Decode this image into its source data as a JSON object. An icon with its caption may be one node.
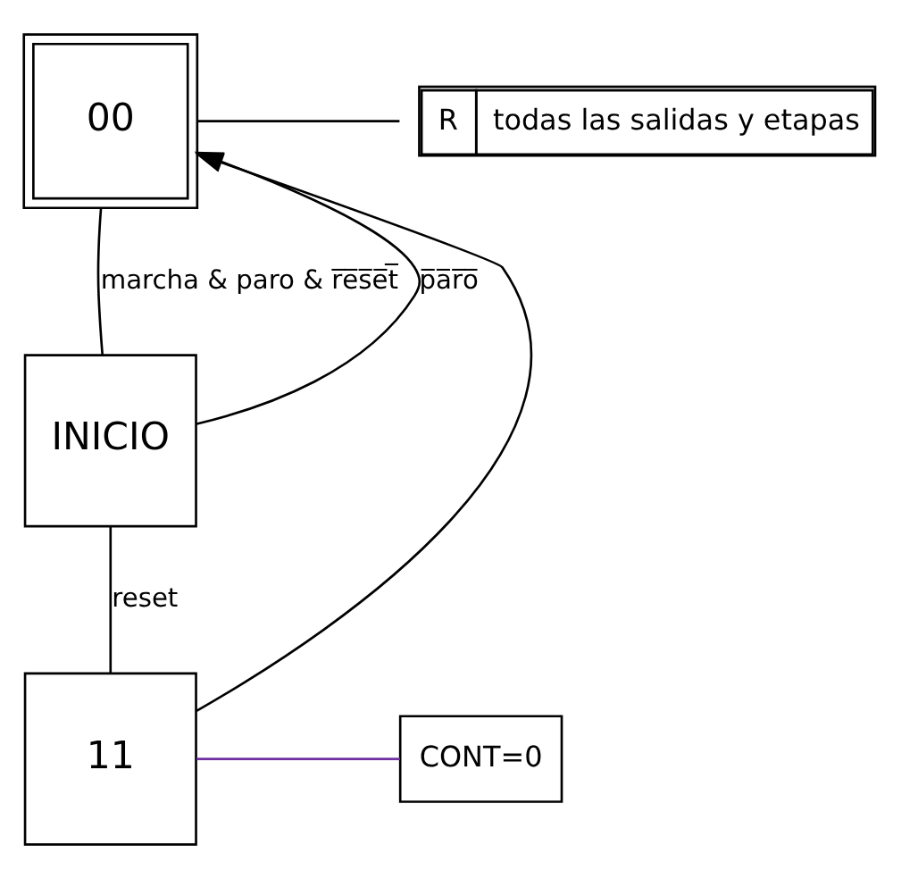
{
  "diagram": {
    "nodes": [
      {
        "text": [
          "00"
        ]
      },
      {
        "text": [
          "R",
          "todas las salidas y etapas"
        ]
      },
      {
        "text": [
          "INICIO"
        ]
      },
      {
        "text": [
          "11"
        ]
      },
      {
        "text": [
          "CONT=0"
        ]
      }
    ],
    "edges": [
      {
        "from": 0,
        "to": 1,
        "arrow": "none"
      },
      {
        "from": 0,
        "to": 2,
        "arrow": "none",
        "label": "marcha & paro & r̅e̅s̅e̅t̅"
      },
      {
        "from": 2,
        "to": 3,
        "arrow": "none",
        "label": "reset"
      },
      {
        "from": 2,
        "to": 0,
        "arrow": "to",
        "label": "p̅a̅r̅o̅"
      },
      {
        "from": 3,
        "to": 0,
        "arrow": "to"
      },
      {
        "from": 3,
        "to": 4,
        "arrow": "none",
        "color": "#7030a0"
      }
    ]
  }
}
